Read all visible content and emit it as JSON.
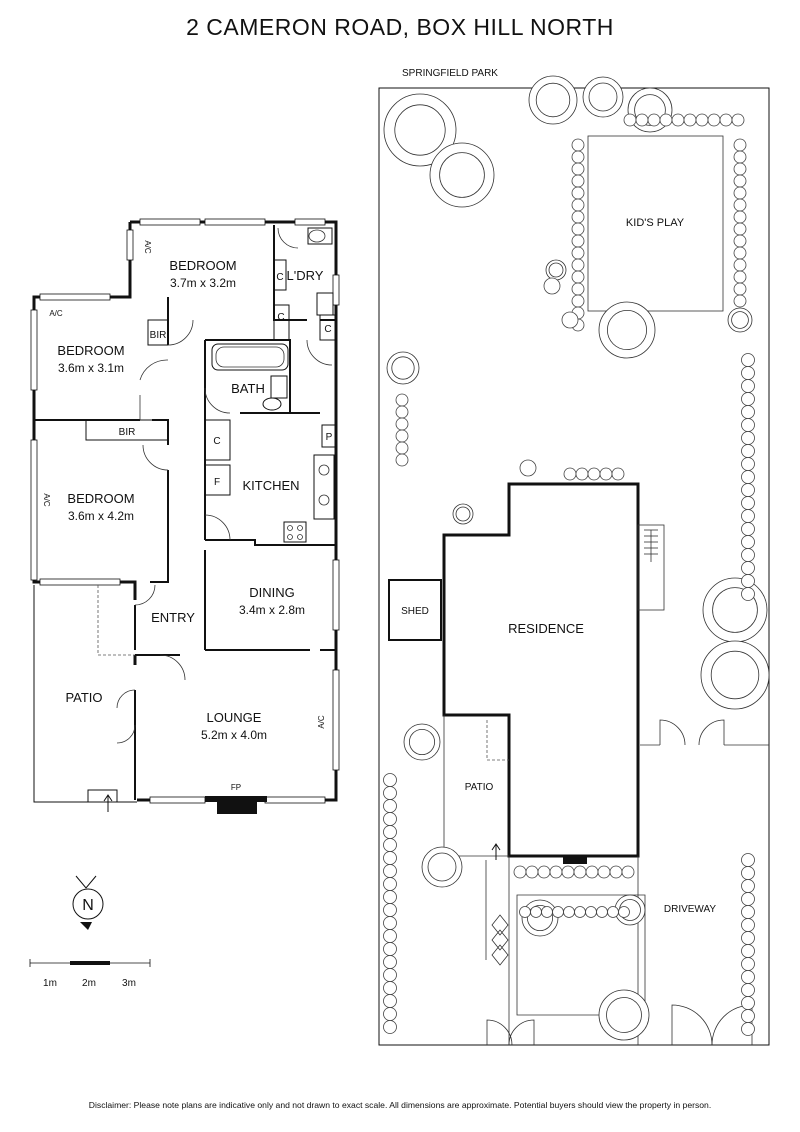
{
  "title": "2 CAMERON ROAD, BOX HILL NORTH",
  "floor_plan": {
    "rooms": {
      "bedroom1": {
        "name": "BEDROOM",
        "size": "3.7m x 3.2m"
      },
      "laundry": {
        "name": "L'DRY"
      },
      "bedroom2": {
        "name": "BEDROOM",
        "size": "3.6m x 3.1m"
      },
      "bath": {
        "name": "BATH"
      },
      "kitchen": {
        "name": "KITCHEN"
      },
      "bedroom3": {
        "name": "BEDROOM",
        "size": "3.6m x 4.2m"
      },
      "dining": {
        "name": "DINING",
        "size": "3.4m x 2.8m"
      },
      "entry": {
        "name": "ENTRY"
      },
      "patio": {
        "name": "PATIO"
      },
      "lounge": {
        "name": "LOUNGE",
        "size": "5.2m x 4.0m"
      }
    },
    "labels": {
      "ac": "A/C",
      "bir": "BIR",
      "cupboard": "C",
      "fridge": "F",
      "pantry": "P",
      "fireplace": "FP"
    }
  },
  "site_plan": {
    "springfield_park": "SPRINGFIELD PARK",
    "kids_play": "KID'S PLAY",
    "shed": "SHED",
    "residence": "RESIDENCE",
    "patio": "PATIO",
    "driveway": "DRIVEWAY"
  },
  "compass": {
    "label": "N"
  },
  "scale_bar": {
    "labels": [
      "1m",
      "2m",
      "3m"
    ]
  },
  "disclaimer": "Disclaimer: Please note plans are indicative only and not drawn to exact scale. All dimensions are approximate. Potential buyers should view the property in person."
}
